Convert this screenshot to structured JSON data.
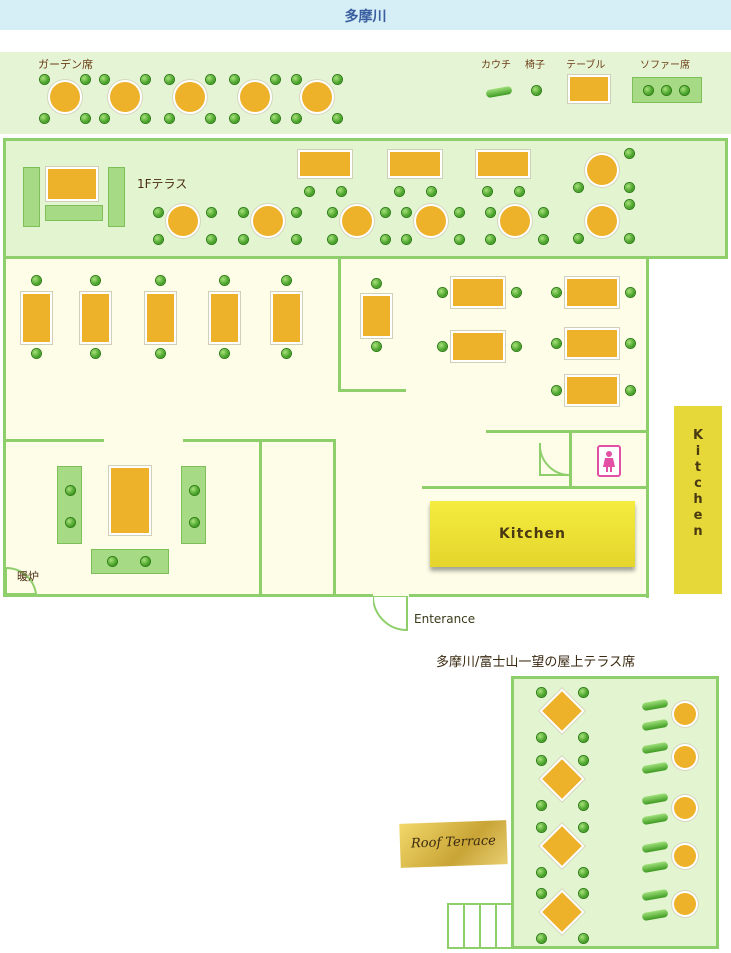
{
  "river": {
    "label": "多摩川"
  },
  "garden": {
    "label": "ガーデン席"
  },
  "legend": {
    "couch": "カウチ",
    "chair": "椅子",
    "table": "テーブル",
    "sofa": "ソファー席"
  },
  "terrace1f": {
    "label": "1Fテラス"
  },
  "fireplace": {
    "label": "暖炉"
  },
  "kitchen": {
    "main_label": "Kitchen",
    "side_label": "Kitchen"
  },
  "entrance": {
    "label": "Enterance"
  },
  "rooftop": {
    "title": "多摩川/富士山一望の屋上テラス席",
    "badge": "Roof Terrace"
  },
  "icons": {
    "restroom": "restroom-icon"
  },
  "colors": {
    "wall": "#8fcf6b",
    "table": "#edb12a",
    "chair": "#3c9a1f",
    "kitchen": "#e6d839",
    "river": "#d6eef6"
  }
}
